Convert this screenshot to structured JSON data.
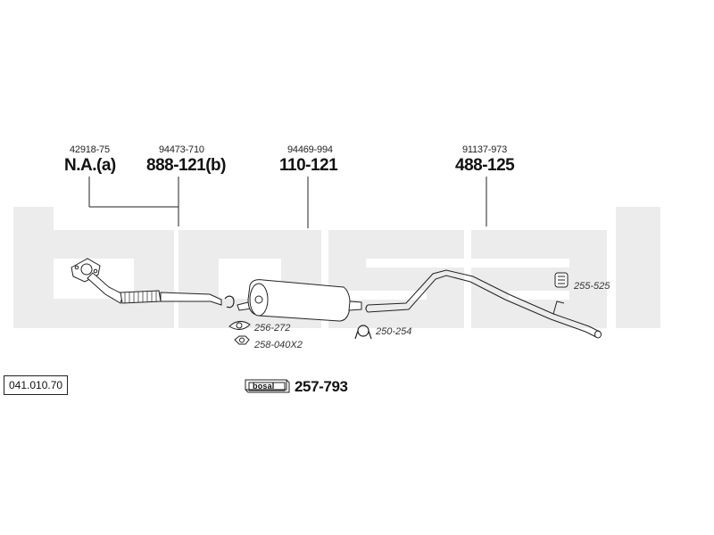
{
  "diagram_number": "041.010.70",
  "watermark": "bosal",
  "parts": [
    {
      "id": "front_pipe",
      "oem": "42918-75",
      "number": "N.A.(a)"
    },
    {
      "id": "flex_pipe",
      "oem": "94473-710",
      "number": "888-121(b)"
    },
    {
      "id": "middle_silencer",
      "oem": "94469-994",
      "number": "110-121"
    },
    {
      "id": "rear_pipe",
      "oem": "91137-973",
      "number": "488-125"
    }
  ],
  "accessories": {
    "gasket": "256-272",
    "nut": "258-040X2",
    "clamp": "250-254",
    "hanger": "255-525"
  },
  "kit": {
    "badge": "bosal",
    "number": "257-793"
  }
}
